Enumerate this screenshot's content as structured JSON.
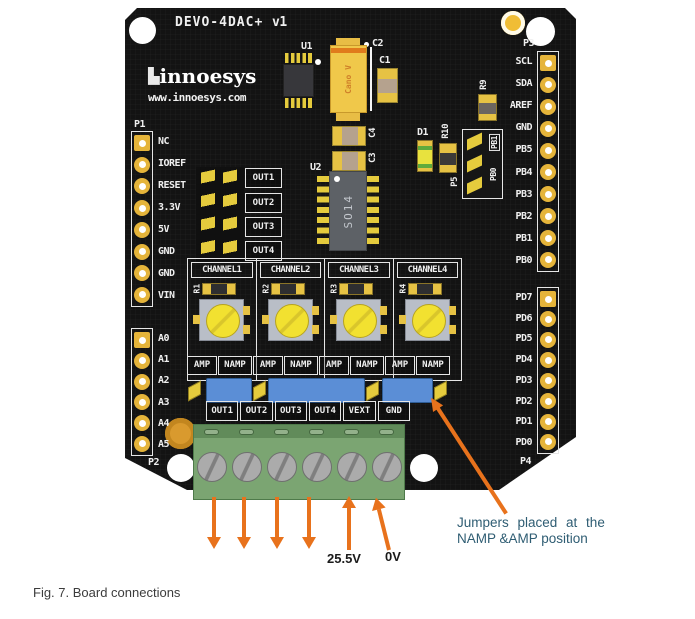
{
  "board": {
    "title": "DEVO-4DAC+",
    "version": "v1",
    "brand": {
      "logo_text": "innoesys",
      "logo_icon_glyph": "▙",
      "website": "www.innoesys.com"
    }
  },
  "headers": {
    "p1": {
      "name": "P1",
      "pins": [
        "NC",
        "IOREF",
        "RESET",
        "3.3V",
        "5V",
        "GND",
        "GND",
        "VIN"
      ]
    },
    "p2": {
      "name": "P2",
      "pins": [
        "A0",
        "A1",
        "A2",
        "A3",
        "A4",
        "A5"
      ]
    },
    "p3": {
      "name": "P3",
      "pins": [
        "SCL",
        "SDA",
        "AREF",
        "GND",
        "PB5",
        "PB4",
        "PB3",
        "PB2",
        "PB1",
        "PB0"
      ]
    },
    "p4": {
      "name": "P4",
      "pins": [
        "PD7",
        "PD6",
        "PD5",
        "PD4",
        "PD3",
        "PD2",
        "PD1",
        "PD0"
      ]
    }
  },
  "components": {
    "u1": "U1",
    "c2": "C2",
    "c1": "C1",
    "c2_marking": "Cano V",
    "c4": "C4",
    "c3": "C3",
    "u2": "U2",
    "u2_marking": "SO14",
    "d1": "D1",
    "r10": "R10",
    "r9": "R9",
    "p5": "P5",
    "p5_pin_top": "PB1",
    "p5_pin_bottom": "PB0"
  },
  "out_jumper_labels": [
    "OUT1",
    "OUT2",
    "OUT3",
    "OUT4"
  ],
  "channels": [
    {
      "name": "CHANNEL1",
      "resistor": "R1"
    },
    {
      "name": "CHANNEL2",
      "resistor": "R2"
    },
    {
      "name": "CHANNEL3",
      "resistor": "R3"
    },
    {
      "name": "CHANNEL4",
      "resistor": "R4"
    }
  ],
  "amp_row": [
    "AMP",
    "NAMP",
    "AMP",
    "NAMP",
    "AMP",
    "NAMP",
    "AMP",
    "NAMP"
  ],
  "terminals": [
    "OUT1",
    "OUT2",
    "OUT3",
    "OUT4",
    "VEXT",
    "GND"
  ],
  "callouts": {
    "vext_voltage": "25.5V",
    "gnd_voltage": "0V",
    "note_line1": "Jumpers placed at the",
    "note_line2": "NAMP &AMP position"
  },
  "caption": "Fig. 7. Board connections",
  "colors": {
    "board_black": "#131313",
    "silk_white": "#f0f0f0",
    "pad_yellow": "#e5b43a",
    "jumper_blue": "#5b8ed6",
    "terminal_green": "#7ba572",
    "arrow_orange": "#e8721c",
    "note_text": "#2f5d73"
  }
}
